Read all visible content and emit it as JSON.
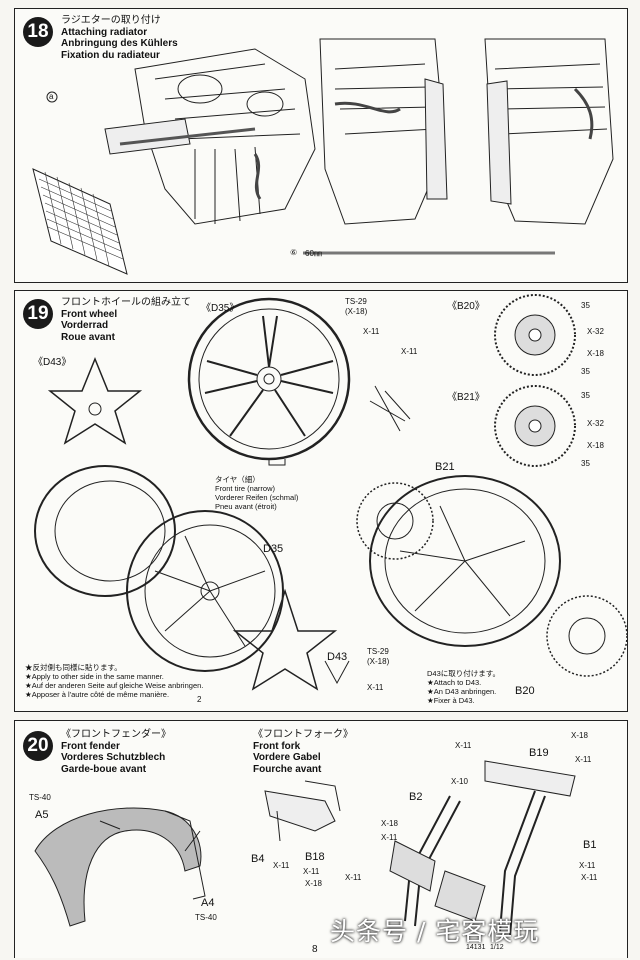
{
  "step18": {
    "number": "18",
    "title_jp": "ラジエターの取り付け",
    "title_en": "Attaching radiator",
    "title_de": "Anbringung des Kühlers",
    "title_fr": "Fixation du radiateur",
    "part_a": "a",
    "part_b": "⑥",
    "tube_length": "60㎜"
  },
  "step19": {
    "number": "19",
    "title_jp": "フロントホイールの組み立て",
    "title_en": "Front wheel",
    "title_de": "Vorderrad",
    "title_fr": "Roue avant",
    "d35_label": "《D35》",
    "d43_label": "《D43》",
    "b20_label": "《B20》",
    "b21_label": "《B21》",
    "ts29": "TS-29",
    "x18_paren": "(X-18)",
    "x11": "X-11",
    "x18": "X-18",
    "x32": "X-32",
    "num35": "35",
    "tire_jp": "タイヤ（細）",
    "tire_en": "Front tire (narrow)",
    "tire_de": "Vorderer Reifen (schmal)",
    "tire_fr": "Pneu avant (étroit)",
    "tire_part": "2",
    "part_b21": "B21",
    "part_d35": "D35",
    "part_d43": "D43",
    "part_b20": "B20",
    "note_left_jp": "★反対側も同様に貼ります。",
    "note_left_en": "★Apply to other side in the same manner.",
    "note_left_de": "★Auf der anderen Seite auf gleiche Weise anbringen.",
    "note_left_fr": "★Apposer à l'autre côté de même manière.",
    "note_right_jp": "D43に取り付けます。",
    "note_right_en": "★Attach to D43.",
    "note_right_de": "★An D43 anbringen.",
    "note_right_fr": "★Fixer à D43."
  },
  "step20": {
    "number": "20",
    "fender_jp": "《フロントフェンダー》",
    "fender_en": "Front fender",
    "fender_de": "Vorderes Schutzblech",
    "fender_fr": "Garde-boue avant",
    "fork_jp": "《フロントフォーク》",
    "fork_en": "Front fork",
    "fork_de": "Vordere Gabel",
    "fork_fr": "Fourche avant",
    "ts40": "TS-40",
    "a5": "A5",
    "a4": "A4",
    "b4": "B4",
    "b18": "B18",
    "b19": "B19",
    "b2": "B2",
    "b1": "B1",
    "x11": "X-11",
    "x18": "X-18",
    "x10": "X-10"
  },
  "footer": {
    "page": "8",
    "code": "14131",
    "scale": "1/12"
  },
  "watermark": "头条号 / 宅客模玩"
}
